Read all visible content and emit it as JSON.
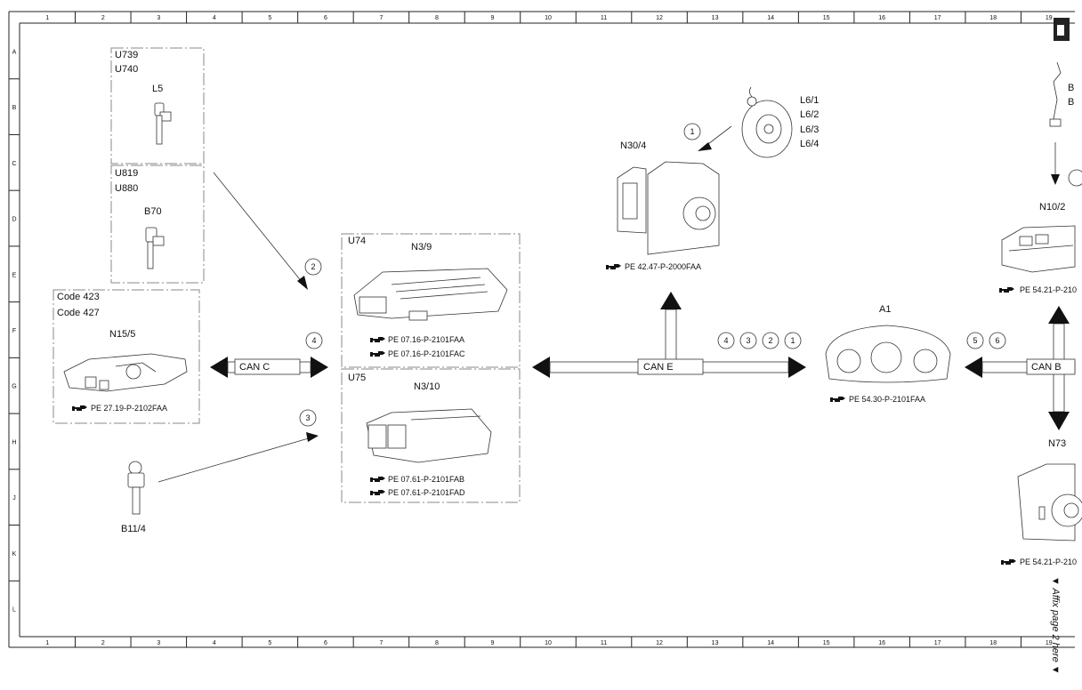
{
  "grid": {
    "columns": [
      "1",
      "2",
      "3",
      "4",
      "5",
      "6",
      "7",
      "8",
      "9",
      "10",
      "11",
      "12",
      "13",
      "14",
      "15",
      "16",
      "17",
      "18",
      "19"
    ],
    "rows": [
      "A",
      "B",
      "C",
      "D",
      "E",
      "F",
      "G",
      "H",
      "J",
      "K",
      "L"
    ]
  },
  "groups": {
    "u739_u740": {
      "codes": [
        "U739",
        "U740"
      ],
      "component": "L5"
    },
    "u819_u880": {
      "codes": [
        "U819",
        "U880"
      ],
      "component": "B70"
    },
    "code_423_427": {
      "codes": [
        "Code 423",
        "Code 427"
      ],
      "component": "N15/5",
      "ref": "PE 27.19-P-2102FAA"
    },
    "u74": {
      "code": "U74",
      "component": "N3/9",
      "refs": [
        "PE 07.16-P-2101FAA",
        "PE 07.16-P-2101FAC"
      ]
    },
    "u75": {
      "code": "U75",
      "component": "N3/10",
      "refs": [
        "PE 07.61-P-2101FAB",
        "PE 07.61-P-2101FAD"
      ]
    }
  },
  "components": {
    "b11_4": {
      "label": "B11/4"
    },
    "n30_4": {
      "label": "N30/4",
      "ref": "PE 42.47-P-2000FAA"
    },
    "wheel_sensors": {
      "labels": [
        "L6/1",
        "L6/2",
        "L6/3",
        "L6/4"
      ]
    },
    "a1": {
      "label": "A1",
      "ref": "PE 54.30-P-2101FAA"
    },
    "n10_2": {
      "label": "N10/2",
      "ref": "PE 54.21-P-210"
    },
    "n73": {
      "label": "N73",
      "ref": "PE 54.21-P-210"
    },
    "b_partial": {
      "labels": [
        "B",
        "B"
      ]
    }
  },
  "buses": {
    "can_c": "CAN C",
    "can_e": "CAN E",
    "can_b": "CAN B"
  },
  "signals": {
    "n30_4": "1",
    "l5_b70": "2",
    "can_c": "4",
    "b11_4": "3",
    "can_e_row": [
      "4",
      "3",
      "2",
      "1"
    ],
    "can_b_row": [
      "5",
      "6"
    ]
  },
  "affix_note": "▼ Affix page 2 here ▼"
}
